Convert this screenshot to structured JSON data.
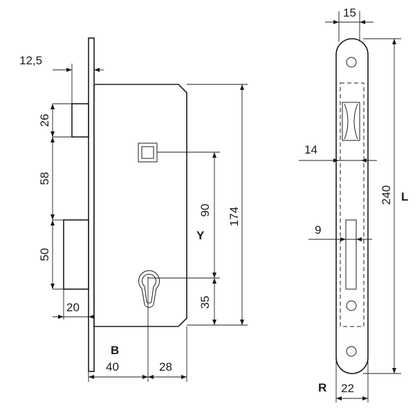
{
  "labels": {
    "backset_plate": "12,5",
    "latch_height": "26",
    "gap_58": "58",
    "bolt_height": "50",
    "bolt_throw": "20",
    "spindle_to_cyl": "90",
    "body_height": "174",
    "cyl_to_bottom": "35",
    "y_var": "Y",
    "b_var": "B",
    "backset": "40",
    "cyl_offset": "28",
    "face_width_top": "15",
    "face_14": "14",
    "face_9": "9",
    "faceplate_len": "240",
    "l_var": "L",
    "r_var": "R",
    "face_width_bottom": "22"
  }
}
